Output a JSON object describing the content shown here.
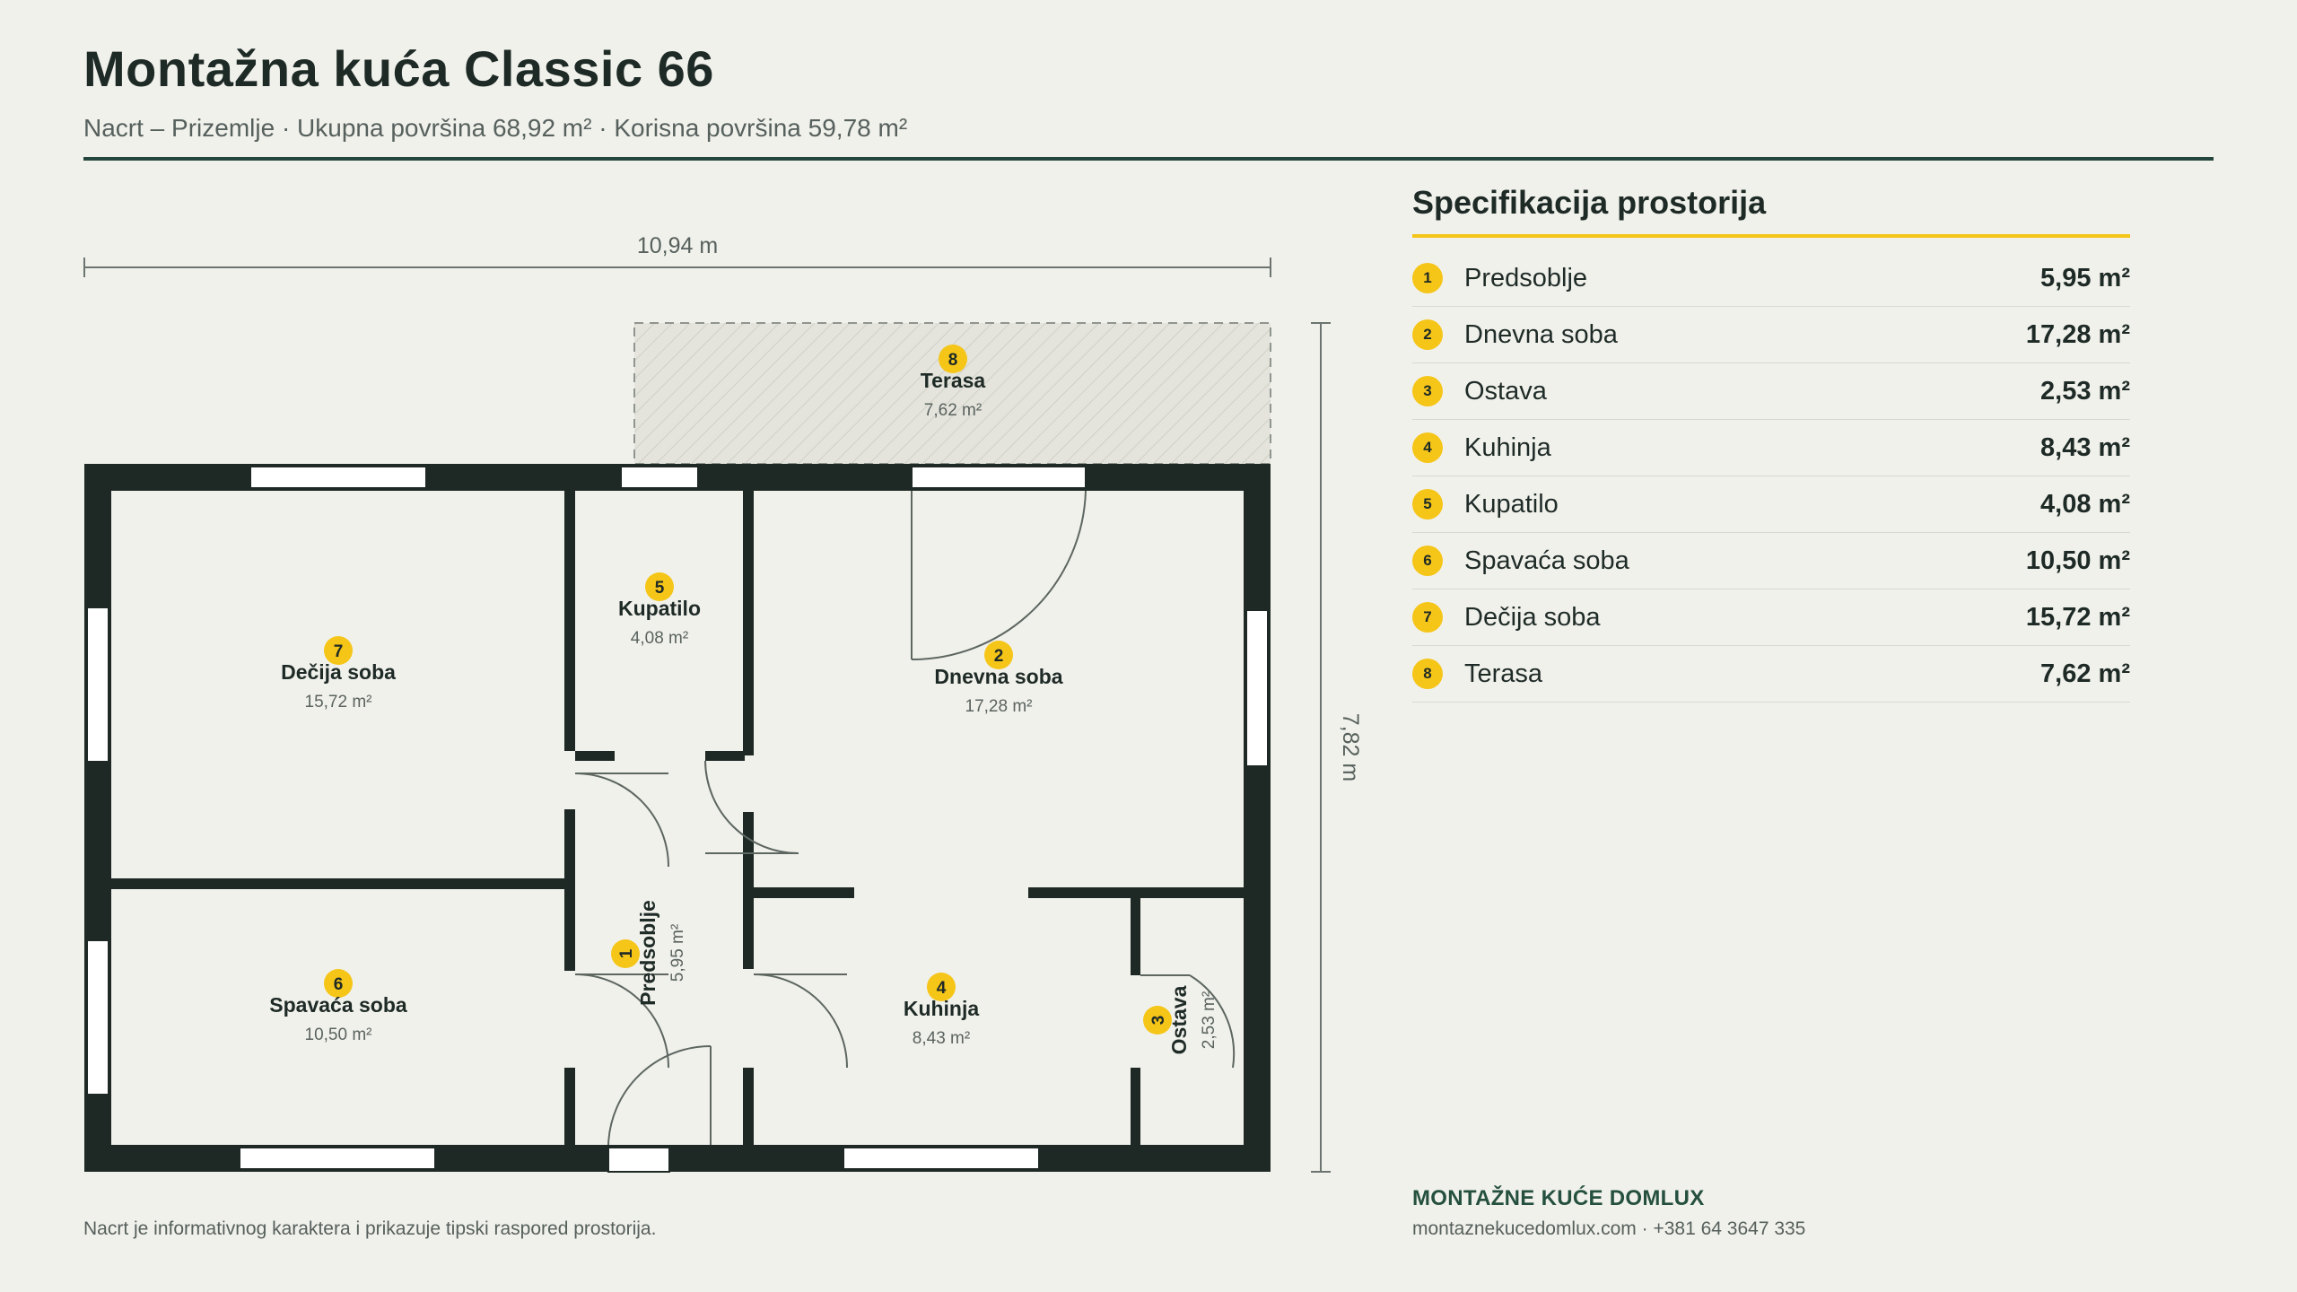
{
  "header": {
    "title": "Montažna kuća Classic 66",
    "subtitle": "Nacrt – Prizemlje · Ukupna površina 68,92 m² · Korisna površina 59,78 m²"
  },
  "plan": {
    "width_label": "10,94 m",
    "height_label": "7,82 m",
    "rooms": [
      {
        "num": "1",
        "name": "Predsoblje",
        "area": "5,95 m²"
      },
      {
        "num": "2",
        "name": "Dnevna soba",
        "area": "17,28 m²"
      },
      {
        "num": "3",
        "name": "Ostava",
        "area": "2,53 m²"
      },
      {
        "num": "4",
        "name": "Kuhinja",
        "area": "8,43 m²"
      },
      {
        "num": "5",
        "name": "Kupatilo",
        "area": "4,08 m²"
      },
      {
        "num": "6",
        "name": "Spavaća soba",
        "area": "10,50 m²"
      },
      {
        "num": "7",
        "name": "Dečija soba",
        "area": "15,72 m²"
      },
      {
        "num": "8",
        "name": "Terasa",
        "area": "7,62 m²"
      }
    ]
  },
  "spec": {
    "title": "Specifikacija prostorija",
    "items": [
      {
        "num": "1",
        "name": "Predsoblje",
        "area": "5,95 m²"
      },
      {
        "num": "2",
        "name": "Dnevna soba",
        "area": "17,28 m²"
      },
      {
        "num": "3",
        "name": "Ostava",
        "area": "2,53 m²"
      },
      {
        "num": "4",
        "name": "Kuhinja",
        "area": "8,43 m²"
      },
      {
        "num": "5",
        "name": "Kupatilo",
        "area": "4,08 m²"
      },
      {
        "num": "6",
        "name": "Spavaća soba",
        "area": "10,50 m²"
      },
      {
        "num": "7",
        "name": "Dečija soba",
        "area": "15,72 m²"
      },
      {
        "num": "8",
        "name": "Terasa",
        "area": "7,62 m²"
      }
    ]
  },
  "footer": {
    "note": "Nacrt je informativnog karaktera i prikazuje tipski raspored prostorija.",
    "brand": "MONTAŽNE KUĆE DOMLUX",
    "contact": "montaznekucedomlux.com · +381 64 3647 335"
  },
  "colors": {
    "wall": "#1e2925",
    "accent": "#f5c518",
    "brand": "#25503f",
    "background": "#f1f1ec"
  }
}
